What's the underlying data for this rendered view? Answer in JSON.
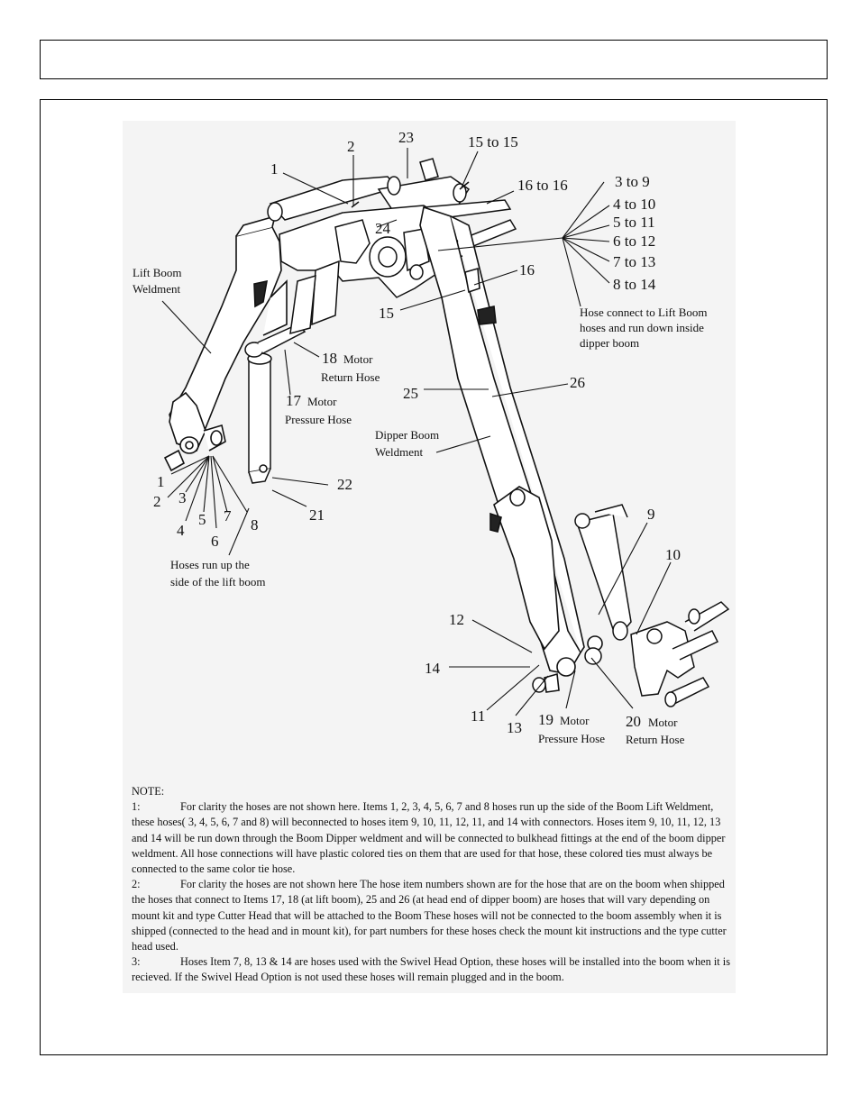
{
  "header": {
    "title": ""
  },
  "labels": {
    "l1": "1",
    "l2": "2",
    "l23": "23",
    "l15to15": "15 to 15",
    "l16to16": "16 to 16",
    "l3to9": "3 to 9",
    "l4to10": "4 to 10",
    "l5to11": "5 to 11",
    "l6to12": "6 to 12",
    "l7to13": "7 to 13",
    "l8to14": "8 to 14",
    "l24": "24",
    "l16": "16",
    "l15": "15",
    "hose_connect_1": "Hose connect to Lift Boom",
    "hose_connect_2": "hoses and run down inside",
    "hose_connect_3": "dipper boom",
    "lift_boom_1": "Lift Boom",
    "lift_boom_2": "Weldment",
    "l18": "18",
    "l18_motor": "Motor",
    "l18_hose": "Return Hose",
    "l17": "17",
    "l17_motor": "Motor",
    "l17_hose": "Pressure Hose",
    "l25": "25",
    "l26": "26",
    "dipper_1": "Dipper Boom",
    "dipper_2": "Weldment",
    "b1": "1",
    "b2": "2",
    "b3": "3",
    "b4": "4",
    "b5": "5",
    "b6": "6",
    "b7": "7",
    "b8": "8",
    "l22": "22",
    "l21": "21",
    "hoses_run_1": "Hoses run up the",
    "hoses_run_2": "side of the lift boom",
    "l9": "9",
    "l10": "10",
    "l12": "12",
    "l14": "14",
    "l11": "11",
    "l13": "13",
    "l19": "19",
    "l19_motor": "Motor",
    "l19_hose": "Pressure Hose",
    "l20": "20",
    "l20_motor": "Motor",
    "l20_hose": "Return Hose"
  },
  "notes": {
    "heading": "NOTE:",
    "n1_num": "1:",
    "n1_text": "For clarity the hoses are not shown here. Items 1, 2, 3, 4, 5, 6, 7 and 8 hoses run up the side of the Boom Lift Weldment, these hoses( 3, 4, 5, 6, 7 and 8) will beconnected to hoses item 9, 10, 11, 12, 11, and 14 with connectors. Hoses item 9, 10, 11, 12, 13 and 14 will be run down through the Boom Dipper weldment and will be connected to bulkhead fittings at the end of the boom dipper weldment. All hose connections will have plastic colored ties on them that are used for that hose, these colored ties must always be connected to the same color tie hose.",
    "n2_num": "2:",
    "n2_text": "For clarity the hoses are not shown here The hose item numbers shown are for the hose that are on the boom when shipped the hoses that connect to Items 17, 18 (at lift boom), 25 and 26 (at head end of dipper boom) are hoses that will vary depending on mount kit and type Cutter Head that will be attached to the Boom These hoses will not be connected to the boom assembly when it is shipped (connected to the head and in mount kit), for part numbers for these hoses check the mount kit instructions and the type cutter head used.",
    "n3_num": "3:",
    "n3_text": "Hoses Item 7, 8, 13 & 14 are hoses used with the Swivel Head Option, these hoses will be installed into the boom when it is recieved. If the Swivel Head Option is not used these hoses will remain plugged and in the boom."
  }
}
